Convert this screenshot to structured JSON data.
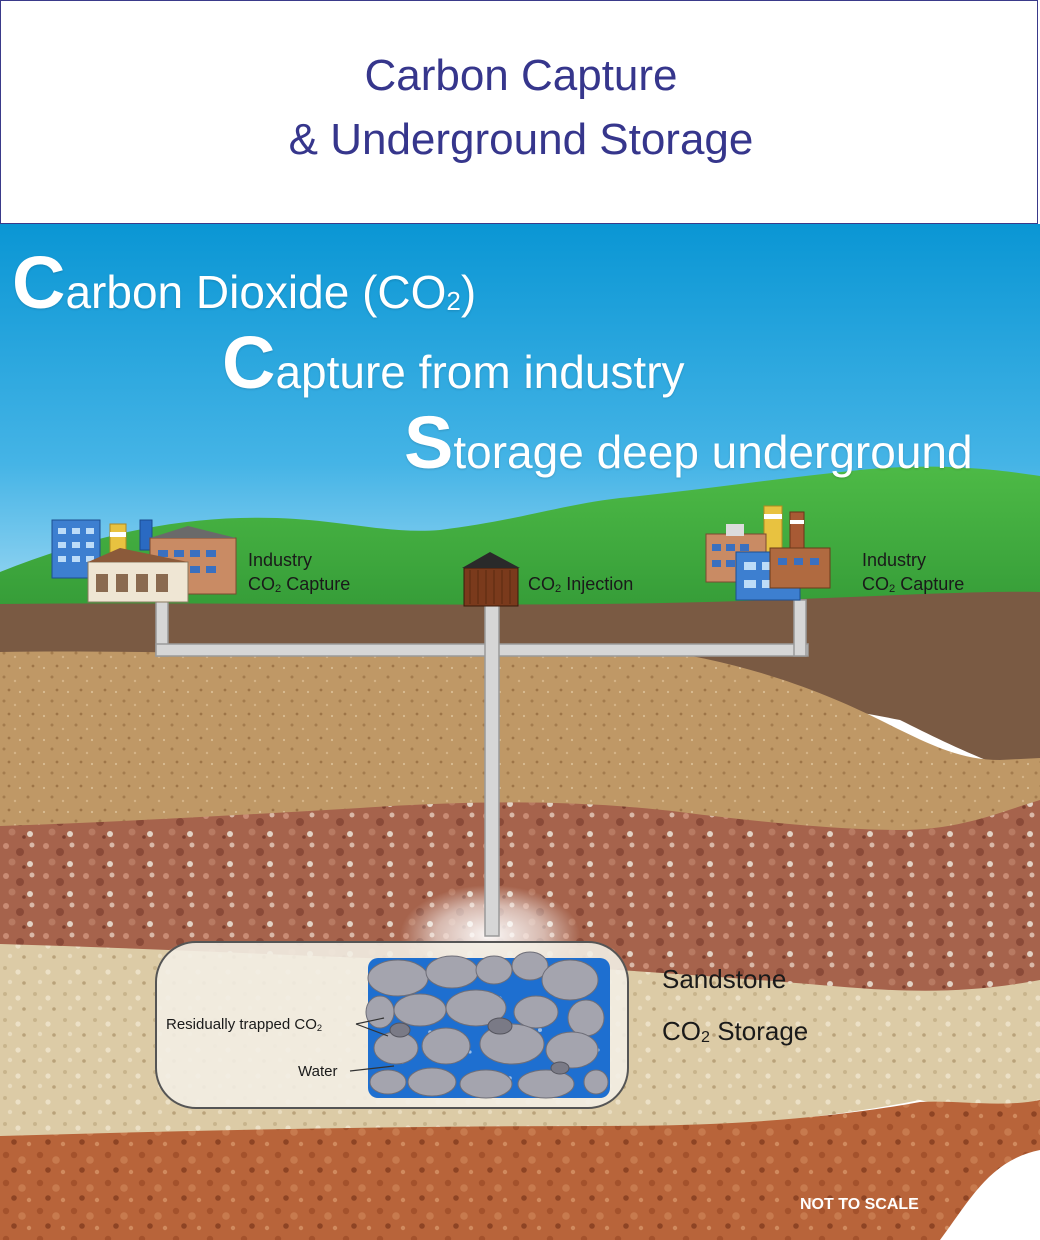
{
  "header": {
    "title_line1": "Carbon Capture",
    "title_line2": "& Underground Storage"
  },
  "headlines": {
    "line1": {
      "initial": "C",
      "rest": "arbon Dioxide (CO",
      "sub": "2",
      "tail": ")"
    },
    "line2": {
      "initial": "C",
      "rest": "apture from industry"
    },
    "line3": {
      "initial": "S",
      "rest": "torage deep underground"
    }
  },
  "labels": {
    "industry_left_line1": "Industry",
    "industry_left_co": "CO",
    "industry_left_sub": "2",
    "industry_left_capture": " Capture",
    "injection_co": "CO",
    "injection_sub": "2",
    "injection_text": " Injection",
    "industry_right_line1": "Industry",
    "industry_right_co": "CO",
    "industry_right_sub": "2",
    "industry_right_capture": " Capture",
    "sandstone": "Sandstone",
    "storage_co": "CO",
    "storage_sub": "2",
    "storage_text": " Storage",
    "residual": "Residually trapped CO",
    "residual_sub": "2",
    "water": "Water",
    "not_to_scale": "NOT TO SCALE"
  },
  "colors": {
    "sky_top": "#0a9ad6",
    "sky_bottom": "#8fd3f2",
    "grass": "#3faa3c",
    "soil_dark": "#7a5a43",
    "sand_brown": "#b89060",
    "gravel_red": "#a2604a",
    "sandstone": "#d8c8a4",
    "clay": "#b86238",
    "pipe": "#d4d4d4",
    "water": "#1e6fd0",
    "rock": "#9a9aa6",
    "title": "#36368c"
  }
}
